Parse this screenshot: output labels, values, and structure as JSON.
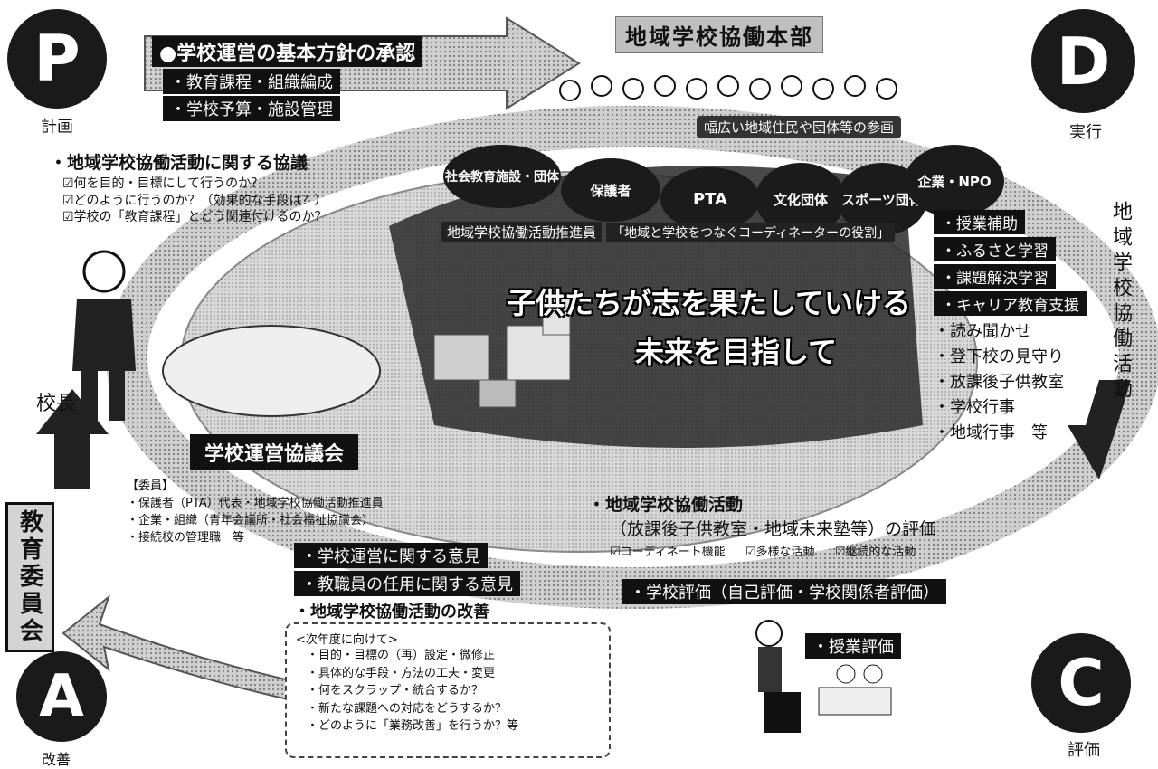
{
  "cycle": {
    "plan": {
      "letter": "P",
      "label": "計画"
    },
    "do": {
      "letter": "D",
      "label": "実行"
    },
    "check": {
      "letter": "C",
      "label": "評価"
    },
    "act": {
      "letter": "A",
      "label": "改善"
    }
  },
  "hq_title": "地域学校協働本部",
  "approval": {
    "title": "●学校運営の基本方針の承認",
    "items": [
      "・教育課程・組織編成",
      "・学校予算・施設管理"
    ]
  },
  "participation": "幅広い地域住民や団体等の参画",
  "groups": [
    "社会教育施設・団体",
    "保護者",
    "PTA",
    "文化団体",
    "スポーツ団体",
    "企業・NPO"
  ],
  "deliberation": {
    "title": "・地域学校協働活動に関する協議",
    "items": [
      "☑何を目的・目標にして行うのか？",
      "☑どのように行うのか？（効果的な手段は？）",
      "☑学校の「教育課程」とどう関連付けるのか？"
    ]
  },
  "coordinator": {
    "title": "地域学校協働活動推進員",
    "role": "「地域と学校をつなぐコーディネーターの役割」"
  },
  "slogan": {
    "line1": "子供たちが志を果たしていける",
    "line2": "未来を目指して"
  },
  "principal": "校長",
  "council": {
    "title": "学校運営協議会",
    "members_header": "【委員】",
    "members": [
      "・保護者（PTA）代表・地域学校協働活動推進員",
      "・企業・組織（青年会議所・社会福祉協議会）",
      "・接続校の管理職　等"
    ]
  },
  "activities": {
    "vertical_title": "地域学校協働活動",
    "items": [
      "・授業補助",
      "・ふるさと学習",
      "・課題解決学習",
      "・キャリア教育支援",
      "・読み聞かせ",
      "・登下校の見守り",
      "・放課後子供教室",
      "・学校行事",
      "・地域行事　等"
    ]
  },
  "evaluation": {
    "title": "・地域学校協働活動",
    "subtitle": "（放課後子供教室・地域未来塾等）の評価",
    "checks": [
      "☑コーディネート機能",
      "☑多様な活動",
      "☑継続的な活動"
    ],
    "school_eval": "・学校評価（自己評価・学校関係者評価）",
    "class_eval": "・授業評価"
  },
  "opinions": [
    "・学校運営に関する意見",
    "・教職員の任用に関する意見",
    "・地域学校協働活動の改善"
  ],
  "next_year": {
    "header": "<次年度に向けて>",
    "items": [
      "・目的・目標の（再）設定・微修正",
      "・具体的な手段・方法の工夫・変更",
      "・何をスクラップ・統合するか？",
      "・新たな課題への対応をどうするか？",
      "・どのように「業務改善」を行うか？等"
    ]
  },
  "board": "教育委員会"
}
